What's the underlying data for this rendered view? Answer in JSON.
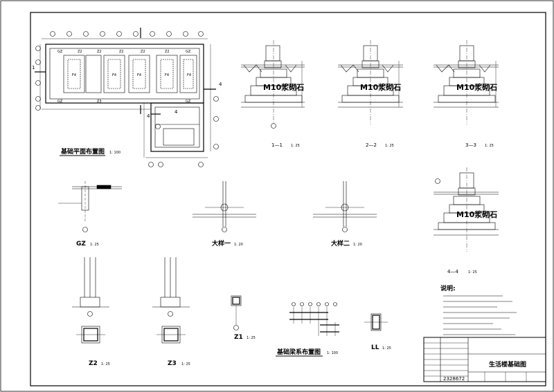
{
  "sheet_title": "生活楼基础图",
  "drawing_number": "2328672",
  "views": {
    "plan": {
      "title": "基础平面布置图",
      "scale": "1: 100"
    },
    "sec11": {
      "title": "1—1",
      "scale": "1: 25"
    },
    "sec22": {
      "title": "2—2",
      "scale": "1: 25"
    },
    "sec33": {
      "title": "3—3",
      "scale": "1: 25"
    },
    "sec44": {
      "title": "4—4",
      "scale": "1: 25"
    },
    "gz": {
      "title": "GZ",
      "scale": "1: 25"
    },
    "dy1": {
      "title": "大样一",
      "scale": "1: 20"
    },
    "dy2": {
      "title": "大样二",
      "scale": "1: 20"
    },
    "z2": {
      "title": "Z2",
      "scale": "1: 25"
    },
    "z3": {
      "title": "Z3",
      "scale": "1: 25"
    },
    "z1": {
      "title": "Z1",
      "scale": "1: 25"
    },
    "beam": {
      "title": "基础梁系布置图",
      "scale": "1: 100"
    },
    "ll": {
      "title": "LL",
      "scale": "1: 25"
    }
  },
  "mortar_label": "M10浆砌石",
  "notes_title": "说明:",
  "plan_labels": {
    "zone_a": "4",
    "zone_b": "4",
    "cut1": "1",
    "cut4": "4",
    "col": "Z2"
  }
}
